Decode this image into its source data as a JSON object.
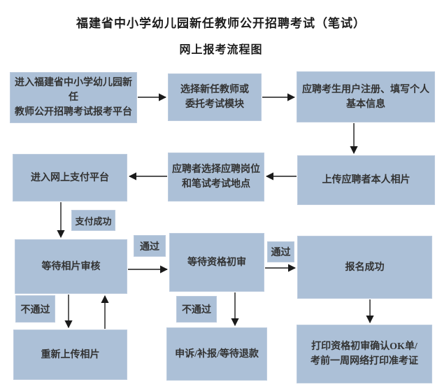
{
  "page": {
    "title_line1": "福建省中小学幼儿园新任教师公开招聘考试（笔试）",
    "title_line2": "网上报考流程图"
  },
  "flowchart": {
    "type": "flowchart",
    "nodes": [
      {
        "id": "enter-platform",
        "label": "进入福建省中小学幼儿园新任\n教师公开招聘考试报考平台"
      },
      {
        "id": "select-module",
        "label": "选择新任教师或\n委托考试模块"
      },
      {
        "id": "register-user",
        "label": "应聘考生用户注册、填写个人\n基本信息"
      },
      {
        "id": "payment-platform",
        "label": "进入网上支付平台"
      },
      {
        "id": "select-position",
        "label": "应聘者选择应聘岗位\n和笔试考试地点"
      },
      {
        "id": "upload-photo",
        "label": "上传应聘者本人相片"
      },
      {
        "id": "wait-photo-review",
        "label": "等待相片审核"
      },
      {
        "id": "wait-qualification-review",
        "label": "等待资格初审"
      },
      {
        "id": "signup-success",
        "label": "报名成功"
      },
      {
        "id": "reupload-photo",
        "label": "重新上传相片"
      },
      {
        "id": "appeal-refund",
        "label": "申诉/补报/等待退款"
      },
      {
        "id": "print-confirm",
        "label": "打印资格初审确认OK单/\n考前一周网络打印准考证"
      }
    ],
    "edge_labels": {
      "pay_success": "支付成功",
      "pass_photo": "通过",
      "pass_qualification": "通过",
      "fail_photo": "不通过",
      "fail_qualification": "不通过"
    },
    "edges": [
      "enter-platform -> select-module",
      "select-module -> register-user",
      "register-user -> upload-photo",
      "upload-photo -> select-position",
      "select-position -> payment-platform",
      "payment-platform -> wait-photo-review (支付成功)",
      "wait-photo-review -> wait-qualification-review (通过)",
      "wait-qualification-review -> signup-success (通过)",
      "wait-photo-review -> reupload-photo (不通过)",
      "reupload-photo -> wait-photo-review",
      "wait-qualification-review -> appeal-refund (不通过)",
      "signup-success -> print-confirm"
    ],
    "colors": {
      "node_fill": "#acc0d7",
      "arrow": "#1a1a1a",
      "text": "#333333",
      "background": "#ffffff"
    }
  }
}
